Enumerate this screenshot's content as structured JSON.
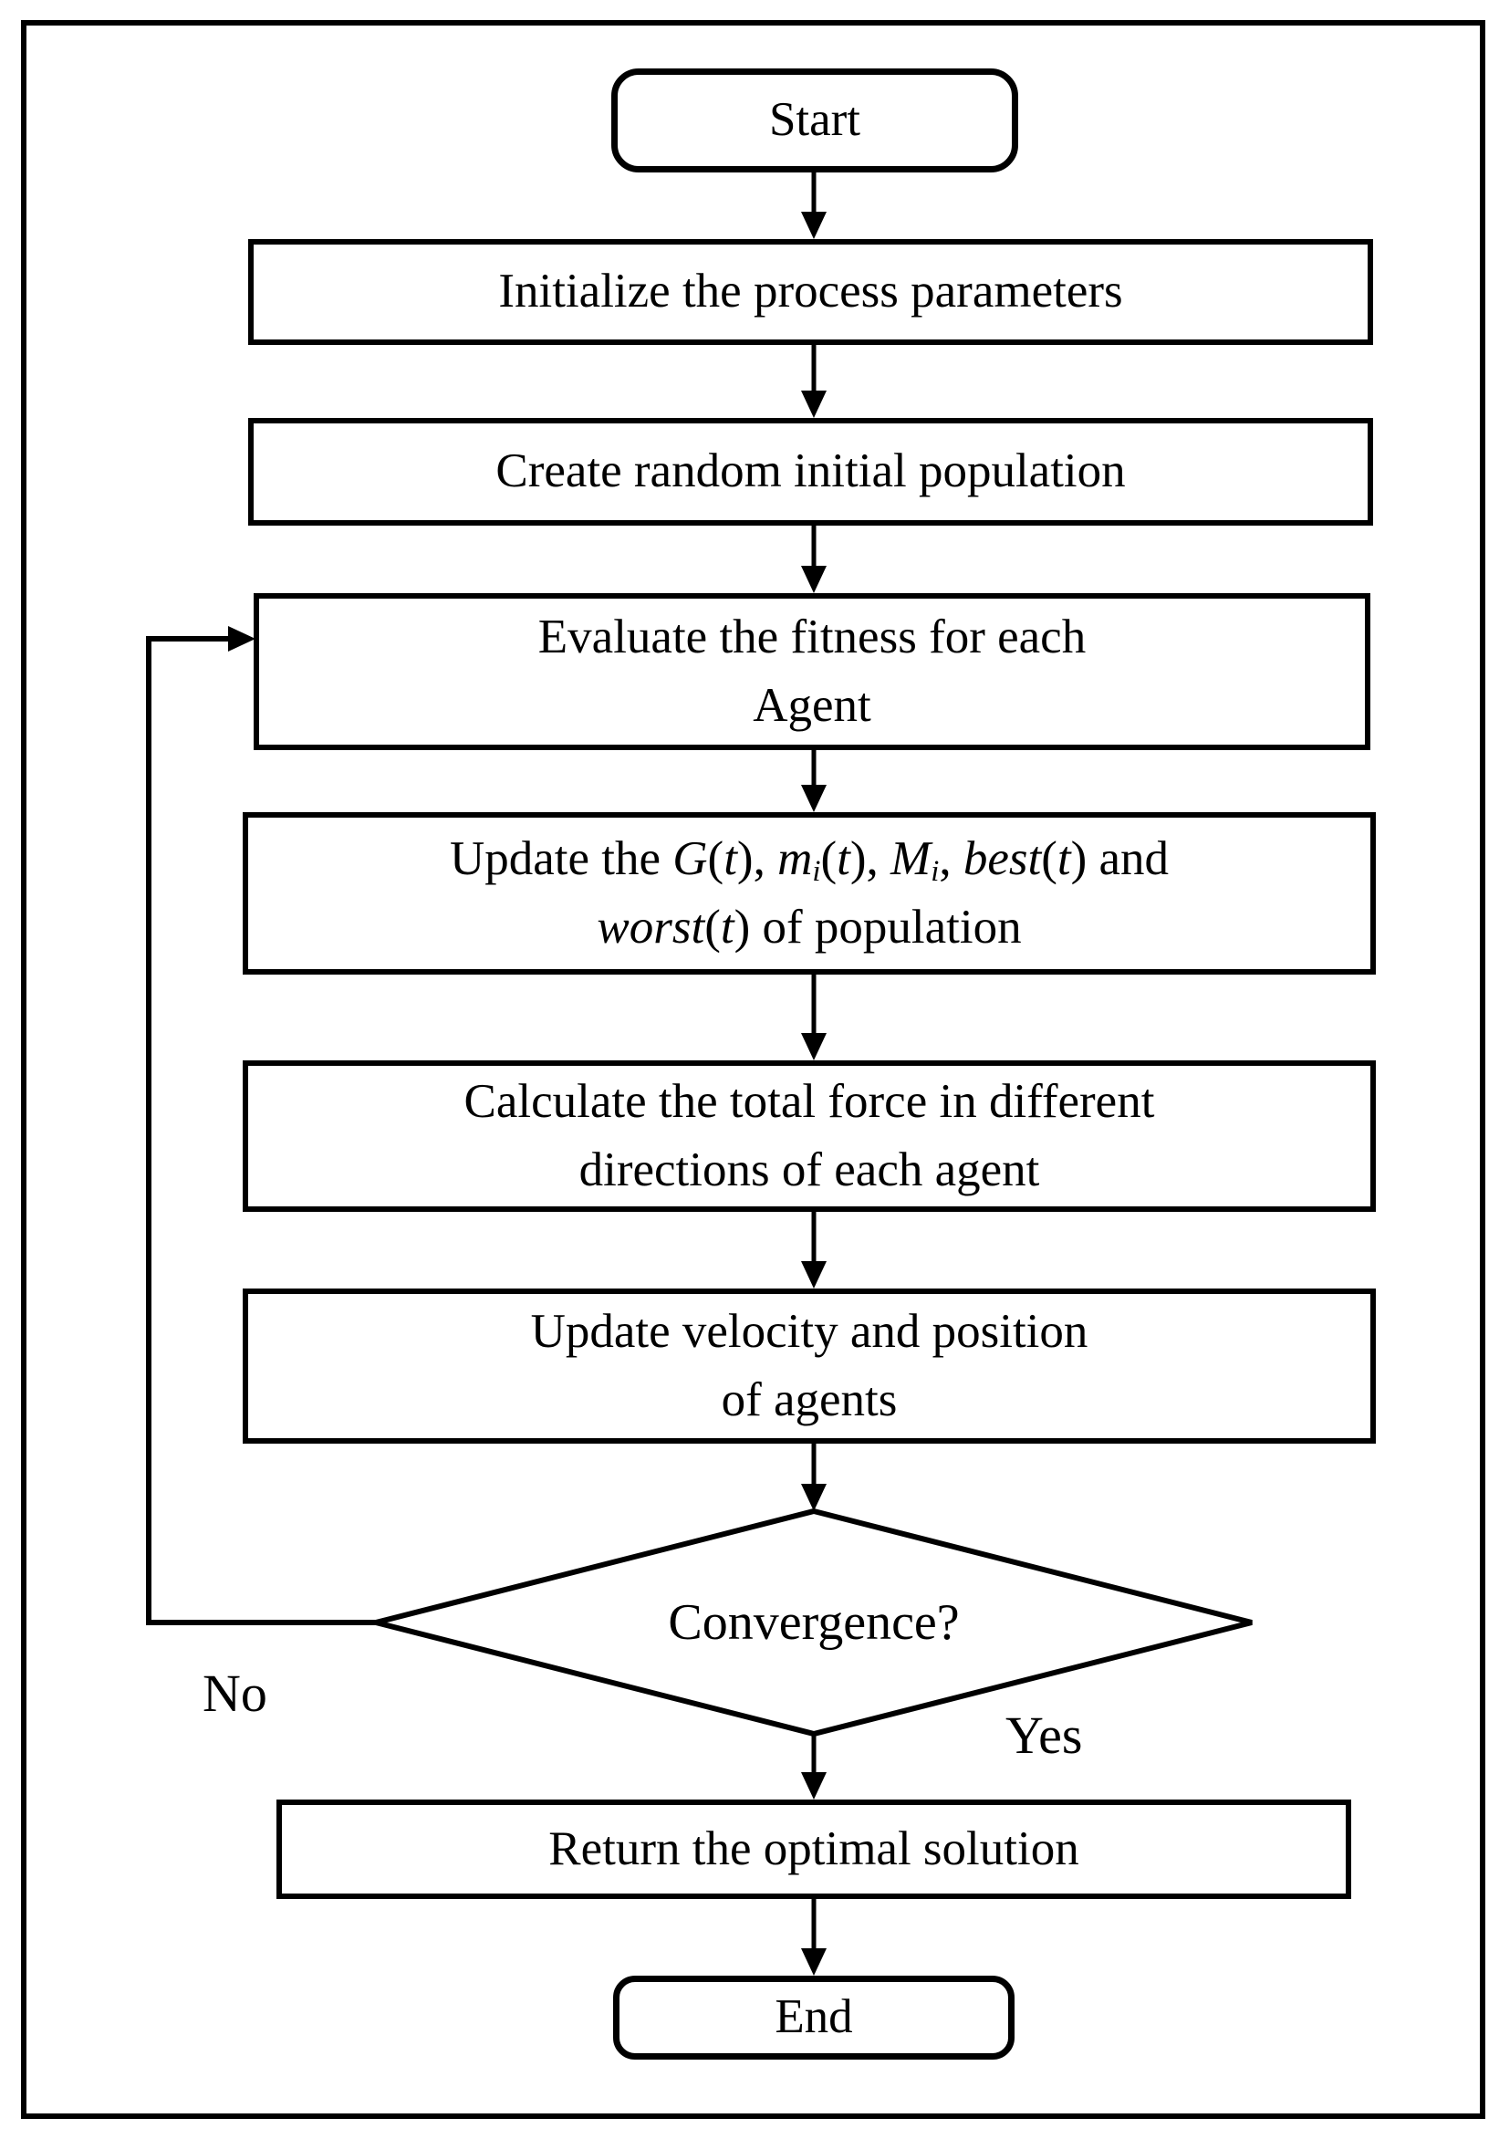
{
  "flowchart": {
    "nodes": {
      "start": {
        "label": "Start"
      },
      "initialize": {
        "label": "Initialize the process parameters"
      },
      "create_population": {
        "label": "Create random initial population"
      },
      "evaluate_fitness": {
        "lines": [
          "Evaluate the fitness for each",
          "Agent"
        ]
      },
      "update_parameters": {
        "runs_line1": [
          {
            "t": "Update the ",
            "i": false
          },
          {
            "t": "G",
            "i": true
          },
          {
            "t": "(",
            "i": false
          },
          {
            "t": "t",
            "i": true
          },
          {
            "t": "), ",
            "i": false
          },
          {
            "t": "m",
            "i": true
          },
          {
            "t": "i",
            "i": true,
            "s": true
          },
          {
            "t": "(",
            "i": false
          },
          {
            "t": "t",
            "i": true
          },
          {
            "t": "), ",
            "i": false
          },
          {
            "t": "M",
            "i": true
          },
          {
            "t": "i",
            "i": true,
            "s": true
          },
          {
            "t": ", ",
            "i": false
          },
          {
            "t": "best",
            "i": true
          },
          {
            "t": "(",
            "i": false
          },
          {
            "t": "t",
            "i": true
          },
          {
            "t": ") and",
            "i": false
          }
        ],
        "runs_line2": [
          {
            "t": "worst",
            "i": true
          },
          {
            "t": "(",
            "i": false
          },
          {
            "t": "t",
            "i": true
          },
          {
            "t": ") of population",
            "i": false
          }
        ]
      },
      "calculate_force": {
        "lines": [
          "Calculate the total force in different",
          "directions of each agent"
        ]
      },
      "update_velocity": {
        "lines": [
          "Update velocity and position",
          "of agents"
        ]
      },
      "convergence": {
        "label": "Convergence?"
      },
      "return_solution": {
        "label": "Return the optimal solution"
      },
      "end": {
        "label": "End"
      }
    },
    "edge_labels": {
      "no": "No",
      "yes": "Yes"
    },
    "colors": {
      "line": "#000000",
      "background": "#ffffff",
      "text": "#000000"
    }
  }
}
